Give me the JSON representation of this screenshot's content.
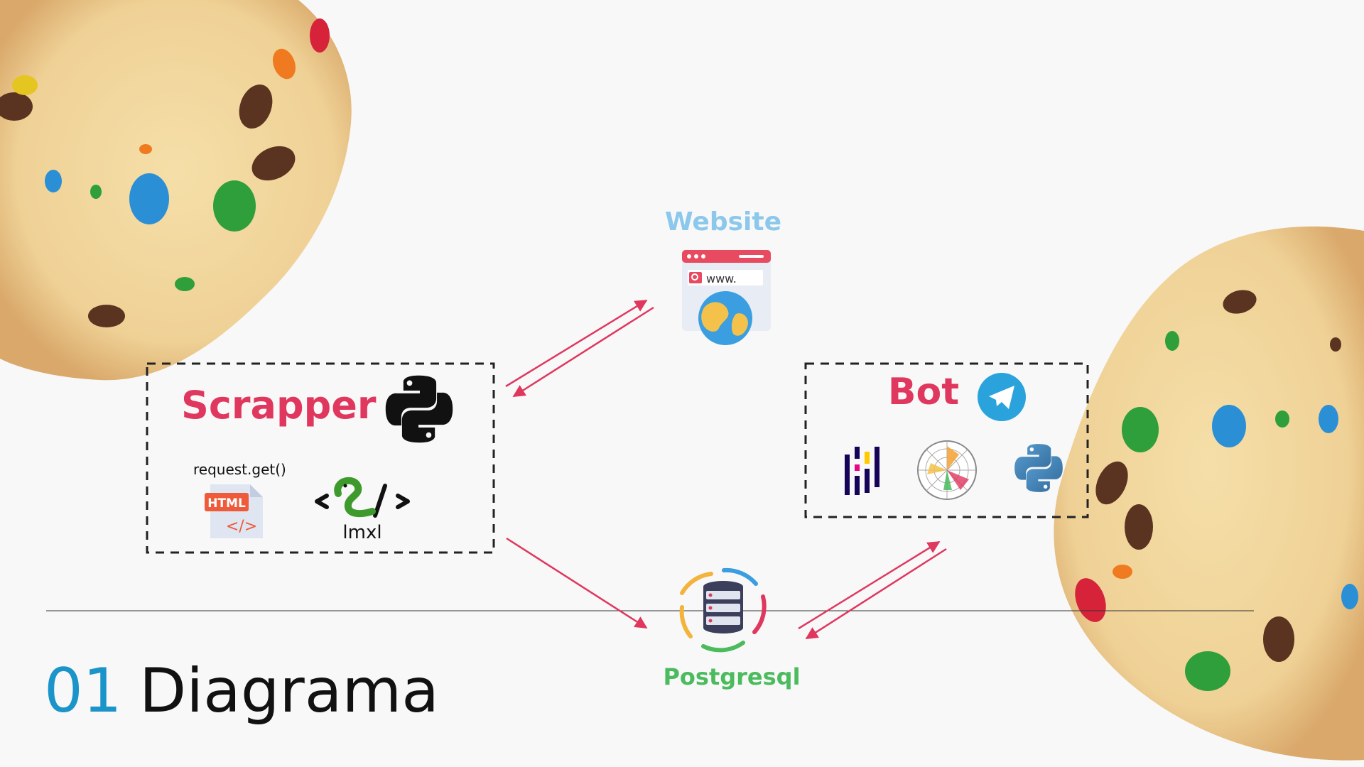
{
  "slide": {
    "number": "01",
    "title": "Diagrama",
    "number_color": "#1a94c9",
    "title_color": "#111111"
  },
  "colors": {
    "accent": "#e0375f",
    "website": "#8cc8ec",
    "postgres": "#4cbb5e",
    "arrow": "#e0375f"
  },
  "nodes": {
    "scrapper": {
      "label": "Scrapper",
      "icons": [
        "python-icon"
      ],
      "code_label": "request.get()",
      "html_badge": "HTML",
      "html_glyph": "</>",
      "lxml_label": "lmxl"
    },
    "website": {
      "label": "Website",
      "url_text": "www.",
      "icons": [
        "browser-window-icon",
        "globe-icon"
      ]
    },
    "database": {
      "label": "Postgresql",
      "icons": [
        "database-sync-icon"
      ]
    },
    "bot": {
      "label": "Bot",
      "icons": [
        "telegram-icon",
        "pandas-icon",
        "radar-chart-icon",
        "python-icon"
      ]
    }
  },
  "decorations": [
    "cookie-top-left",
    "cookie-right"
  ]
}
